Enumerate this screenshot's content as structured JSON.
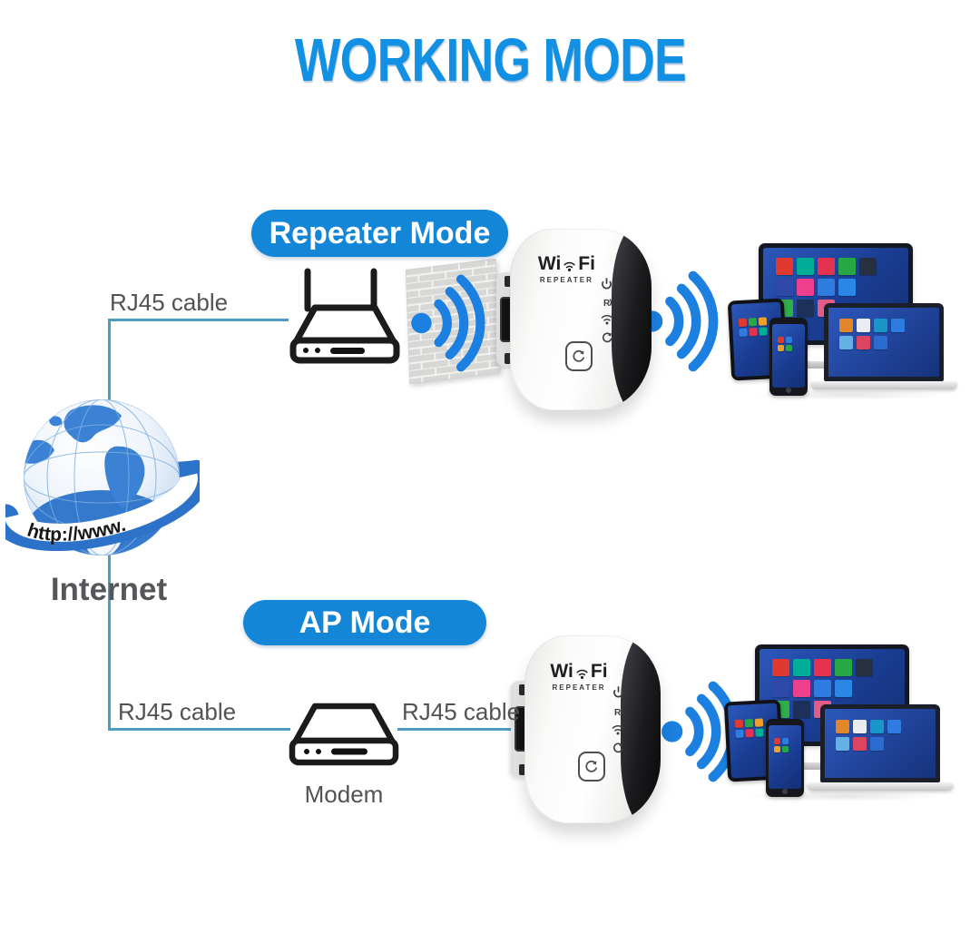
{
  "title": "WORKING MODE",
  "colors": {
    "title_blue": "#1190e4",
    "pill_blue": "#1486d8",
    "wifi_blue": "#1b80e0",
    "cable_blue": "#4d9cc4",
    "label_gray": "#525252"
  },
  "repeater_mode": {
    "label": "Repeater Mode",
    "cable_label": "RJ45 cable"
  },
  "ap_mode": {
    "label": "AP Mode",
    "cable_label_left": "RJ45 cable",
    "cable_label_right": "RJ45 cable",
    "modem_label": "Modem"
  },
  "internet": {
    "banner_text": "http://www.",
    "label": "Internet"
  },
  "repeater_device": {
    "brand_left": "Wi",
    "brand_right": "Fi",
    "brand_sub": "REPEATER"
  },
  "icons": {
    "wifi-signal-icon": "blue dot with three expanding arcs",
    "router-icon": "black outline router with two antennas",
    "modem-icon": "black outline modem box",
    "brick-wall": "gray brick wall panel",
    "globe-icon": "blue internet globe with url ribbon",
    "power-icon": "power symbol LED",
    "repeater-led-icon": "R with signal waves LED",
    "wifi-led-icon": "small wifi LED",
    "wps-icon": "circular arrows WPS button",
    "ethernet-port-icon": "RJ45 socket"
  },
  "screens": {
    "monitor": [
      [
        "#e0392f",
        "#00ad97",
        "#e5334f",
        "#27a844",
        "#273041"
      ],
      [
        "#2e49a8",
        "#ee3e8e",
        "#2e7ce0",
        "#2b87e6",
        ""
      ],
      [
        "#2fae49",
        "#1d3059",
        "#e25c86",
        "",
        ""
      ]
    ],
    "laptop": [
      [
        "#e2862a",
        "#e9edf2",
        "#1996c8",
        "#2e7ce0"
      ],
      [
        "#64b1e6",
        "#dc4560",
        "#2a6cd2",
        ""
      ]
    ],
    "tablet": [
      [
        "#e0392f",
        "#27a844",
        "#efa02b"
      ],
      [
        "#2e7ce0",
        "#e5334f",
        "#00ad97"
      ]
    ],
    "phone": [
      [
        "#e0392f",
        "#2e7ce0"
      ],
      [
        "#efa02b",
        "#27a844"
      ]
    ]
  }
}
